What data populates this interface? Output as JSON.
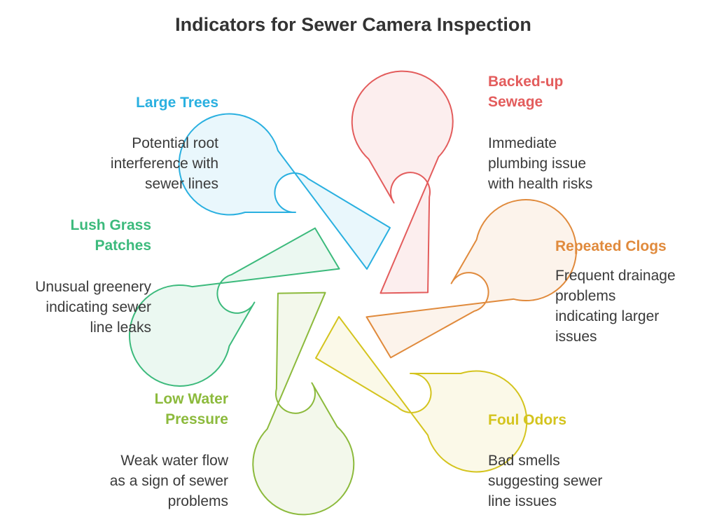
{
  "title": "Indicators for Sewer Camera Inspection",
  "colors": {
    "large_trees": "#2ab0e0",
    "backed_up_sewage": "#e35c5c",
    "repeated_clogs": "#e08a3c",
    "foul_odors": "#d4c41e",
    "low_water_pressure": "#8cba3c",
    "lush_grass": "#3cba7c"
  },
  "indicators": {
    "large_trees": {
      "label": [
        "Large Trees"
      ],
      "desc": [
        "Potential root",
        "interference with",
        "sewer lines"
      ]
    },
    "backed_up_sewage": {
      "label": [
        "Backed-up",
        "Sewage"
      ],
      "desc": [
        "Immediate",
        "plumbing issue",
        "with health risks"
      ]
    },
    "lush_grass": {
      "label": [
        "Lush Grass",
        "Patches"
      ],
      "desc": [
        "Unusual greenery",
        "indicating sewer",
        "line leaks"
      ]
    },
    "repeated_clogs": {
      "label": [
        "Repeated Clogs"
      ],
      "desc": [
        "Frequent drainage",
        "problems",
        "indicating larger",
        "issues"
      ]
    },
    "low_water_pressure": {
      "label": [
        "Low Water",
        "Pressure"
      ],
      "desc": [
        "Weak water flow",
        "as a sign of sewer",
        "problems"
      ]
    },
    "foul_odors": {
      "label": [
        "Foul Odors"
      ],
      "desc": [
        "Bad smells",
        "suggesting sewer",
        "line issues"
      ]
    }
  }
}
